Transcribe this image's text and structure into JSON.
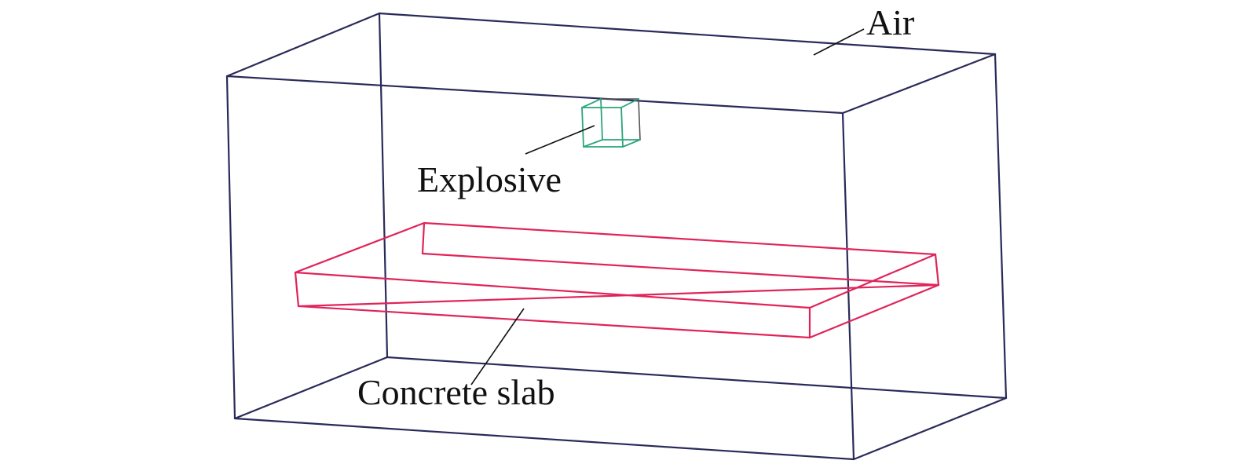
{
  "labels": {
    "air": "Air",
    "explosive": "Explosive",
    "slab": "Concrete slab"
  },
  "colors": {
    "air_box": "#2a2a5a",
    "air_box_corner": "#1f2aa0",
    "explosive": "#2aa57a",
    "explosive_back": "#555555",
    "slab": "#e0245a",
    "leader": "#111111",
    "background": "#ffffff"
  }
}
